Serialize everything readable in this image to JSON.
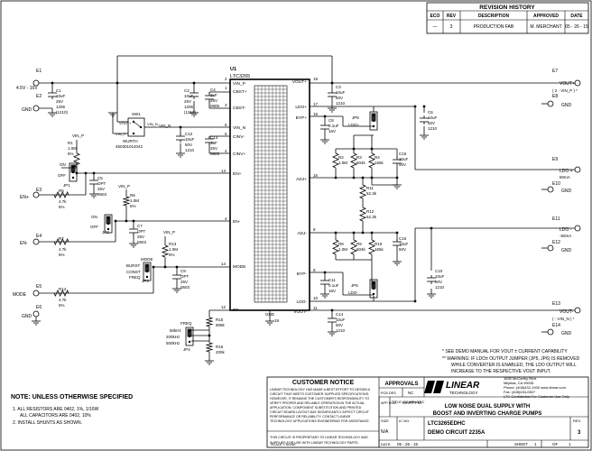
{
  "revision": {
    "title": "REVISION HISTORY",
    "headers": [
      "ECO",
      "REV",
      "DESCRIPTION",
      "APPROVED",
      "DATE"
    ],
    "row": [
      "—",
      "3",
      "PRODUCTION FAB",
      "M. MERCHANT",
      "05 - 26 - 15"
    ]
  },
  "ic": {
    "ref": "U1",
    "part": "LTC3265",
    "pins": {
      "vin_p": "VIN_P",
      "cbst_p": "CBST+",
      "cbst_m": "CBST-",
      "vin_n": "VIN_N",
      "cinv_m": "CINV-",
      "cinv_p": "CINV+",
      "en_p": "EN+",
      "en_m": "EN-",
      "mode": "MODE",
      "rt": "RT",
      "vout_p": "VOUT+",
      "ldo_p": "LDO+",
      "byp_p": "BYP+",
      "adj_p": "ADJ+",
      "adj_m": "ADJ-",
      "byp_m": "BYP-",
      "ldo_m": "LDO-",
      "vout_m": "VOUT-",
      "gnd": "GND"
    },
    "pin_nums": {
      "vin_p": "2",
      "cbst_p": "1",
      "cbst_m": "3",
      "vin_n": "6",
      "cinv_m": "5",
      "cinv_p": "4",
      "en_p": "13",
      "en_m": "4",
      "mode": "14",
      "rt": "12",
      "vout_p": "18",
      "ldo_p": "17",
      "byp_p": "15",
      "adj_p": "16",
      "adj_m": "8",
      "byp_m": "9",
      "ldo_m": "10",
      "vout_m": "11",
      "gnd": "19"
    }
  },
  "turrets": {
    "e1": [
      "E1",
      "4.5V - 16V"
    ],
    "e2": [
      "E2",
      "GND"
    ],
    "e3": [
      "E3",
      "EN+"
    ],
    "e4": [
      "E4",
      "EN-"
    ],
    "e5": [
      "E5",
      "MODE"
    ],
    "e6": [
      "E6",
      "GND"
    ],
    "e7": [
      "E7",
      "VOUT+",
      "( 2 · VIN_P ) *"
    ],
    "e8": [
      "E8",
      "GND"
    ],
    "e9": [
      "E9",
      "LDO +",
      "50mA"
    ],
    "e10": [
      "E10",
      "GND"
    ],
    "e11": [
      "E11",
      "LDO -",
      "-50mA"
    ],
    "e12": [
      "E12",
      "GND"
    ],
    "e13": [
      "E13",
      "VOUT-",
      "( - VIN_N ) *"
    ],
    "e14": [
      "E14",
      "GND"
    ]
  },
  "components": {
    "c1": [
      "C1",
      "10uF",
      "25V",
      "1206",
      "(1210)"
    ],
    "c2": [
      "C2",
      "10uF",
      "25V",
      "1206",
      "(1210)"
    ],
    "c4": [
      "C4",
      "1uF",
      "25V",
      "0805"
    ],
    "c12": [
      "C12",
      "10uF",
      "50V",
      "1210"
    ],
    "c13": [
      "C13",
      "1uF",
      "25V",
      "0805"
    ],
    "sw1": [
      "SW1",
      "VOUT+",
      "VIN_P",
      "VIN_N",
      "WURTH",
      "450301014042"
    ],
    "c3": [
      "C3",
      "10uF",
      "50V",
      "1210"
    ],
    "c8": [
      "C8",
      "0.1uF",
      "16V"
    ],
    "c6": [
      "C6",
      "10uF",
      "50V",
      "1210"
    ],
    "jp5": [
      "JP5",
      "LDO+"
    ],
    "r1": [
      "R1",
      "1.0M",
      "5%"
    ],
    "r2": [
      "R2",
      "1.0M"
    ],
    "r3": [
      "R3",
      "604k"
    ],
    "r4": [
      "R4",
      "165k"
    ],
    "c15": [
      "C15",
      "10uF",
      "50V"
    ],
    "r11": [
      "R11",
      "52.3k"
    ],
    "r12": [
      "R12",
      "52.3k"
    ],
    "r8": [
      "R8",
      "1.0M"
    ],
    "r9": [
      "R9",
      "604k"
    ],
    "r10": [
      "R10",
      "165k"
    ],
    "c16": [
      "C16",
      "10uF",
      "50V"
    ],
    "c10": [
      "C10",
      "10uF",
      "50V",
      "1210"
    ],
    "c11": [
      "C11",
      "0.1uF",
      "16V"
    ],
    "jp6": [
      "JP6",
      "LDO-"
    ],
    "c14": [
      "C14",
      "10uF",
      "50V",
      "1210"
    ],
    "jp1": [
      "JP1",
      "ON",
      "OFF"
    ],
    "c5": [
      "C5",
      "OPT",
      "25V",
      "0603"
    ],
    "r5": [
      "R5",
      "4.7k",
      "5%"
    ],
    "r6": [
      "R6",
      "1.0M",
      "5%"
    ],
    "jp2": [
      "JP2",
      "ON",
      "OFF"
    ],
    "c7": [
      "C7",
      "OPT",
      "25V",
      "0603"
    ],
    "r7": [
      "R7",
      "4.7k",
      "5%"
    ],
    "r13": [
      "R13",
      "1.0M",
      "5%"
    ],
    "jp3": [
      "JP3",
      "MODE",
      "BURST",
      "CONST",
      "FREQ"
    ],
    "c9": [
      "C9",
      "OPT",
      "25V",
      "0603"
    ],
    "r14": [
      "R14",
      "4.7k",
      "5%"
    ],
    "r15": [
      "R15",
      "909k"
    ],
    "r16": [
      "R16",
      "200k"
    ],
    "jp4": [
      "JP4",
      "FREQ",
      "50kHz",
      "200kHz",
      "500kHz"
    ]
  },
  "notes": {
    "demo": "* SEE DEMO MANUAL FOR VOUT ± CURRENT CAPABILITY",
    "warning": [
      "** WARNING: IF LDO± OUTPUT JUMPER (JP5, JP6) IS REMOVED",
      "WHILE CONVERTER IS ENABLED, THE LDO OUTPUT WILL",
      "INCREASE TO THE RESPECTIVE VOUT INPUT."
    ],
    "title": "NOTE: UNLESS OTHERWISE SPECIFIED",
    "list": [
      "1. ALL RESISTORS ARE 0402, 1%, 1/16W",
      "ALL CAPACITORS ARE 0402, 10%",
      "2. INSTALL SHUNTS AS SHOWN."
    ]
  },
  "title_block": {
    "notice_title": "CUSTOMER NOTICE",
    "notice_lines": [
      "LINEAR TECHNOLOGY HAS MADE A BEST EFFORT TO DESIGN A",
      "CIRCUIT THAT MEETS CUSTOMER-SUPPLIED SPECIFICATIONS;",
      "HOWEVER, IT REMAINS THE CUSTOMER'S RESPONSIBILITY TO",
      "VERIFY PROPER AND RELIABLE OPERATION IN THE ACTUAL",
      "APPLICATION. COMPONENT SUBSTITUTION AND PRINTED",
      "CIRCUIT BOARD LAYOUT MAY SIGNIFICANTLY AFFECT CIRCUIT",
      "PERFORMANCE OR RELIABILITY. CONTACT LINEAR",
      "TECHNOLOGY APPLICATIONS ENGINEERING FOR ASSISTANCE."
    ],
    "proprietary": [
      "THIS CIRCUIT IS PROPRIETARY TO LINEAR TECHNOLOGY AND",
      "SUPPLIED FOR USE WITH LINEAR TECHNOLOGY PARTS."
    ],
    "approvals": "APPROVALS",
    "pcb_des": "PCB DES.",
    "pcb_des_val": "NC",
    "app_eng": "APP ENG.",
    "app_eng_val": "MARTY M.",
    "logo": "LINEAR",
    "logo_sub": "TECHNOLOGY",
    "address": [
      "1630 McCarthy Blvd.",
      "Milpitas, CA 95035",
      "Phone: (408)432-1900  www.linear.com",
      "Fax: (408)434-0507",
      "LTC Confidential-For Customer Use Only"
    ],
    "title_label": "TITLE: SCHEMATIC",
    "title_lines": [
      "LOW NOISE DUAL SUPPLY WITH",
      "BOOST AND INVERTING CHARGE PUMPS"
    ],
    "size_label": "SIZE",
    "size_val": "N/A",
    "icno_label": "IC NO.",
    "icno_val": "LTC3265EDHC",
    "demo": "DEMO CIRCUIT 2235A",
    "rev_label": "REV.",
    "rev_val": "3",
    "scale": "SCALE = NONE",
    "date_label": "DATE:",
    "date_val": "05 - 26 - 15",
    "sheet": "SHEET",
    "sheet_val": "1",
    "of": "OF",
    "of_val": "1"
  }
}
